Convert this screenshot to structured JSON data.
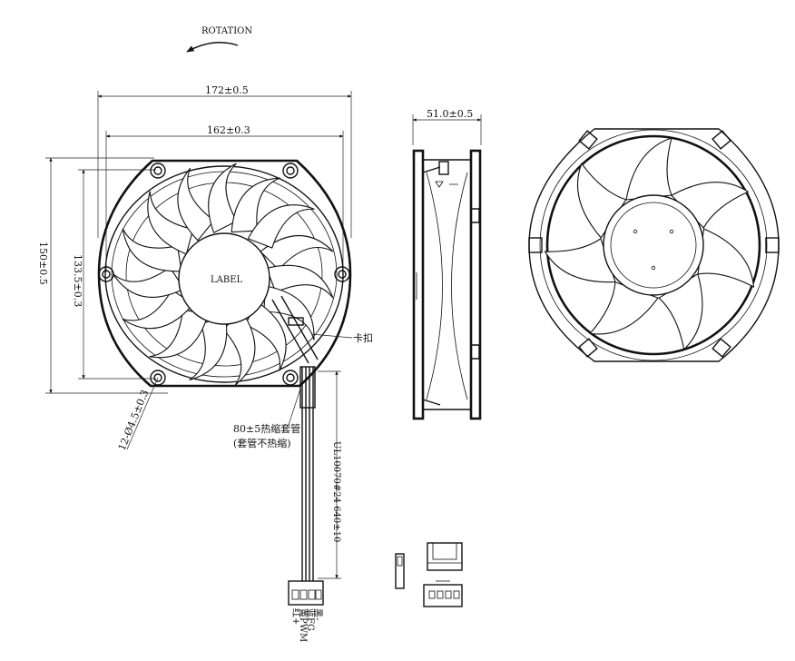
{
  "labels": {
    "rotation": "ROTATION",
    "label_text": "LABEL",
    "clip": "卡扣",
    "sleeve_line1": "80±5热缩套管",
    "sleeve_line2": "(套管不热缩)",
    "wire_spec": "UL10070#24 640±10",
    "wire_pins": [
      "黑-",
      "蓝FG",
      "黄PWM",
      "红+"
    ]
  },
  "dimensions": {
    "outer_width": "172±0.5",
    "hole_spacing_x": "162±0.3",
    "height": "150±0.5",
    "hole_spacing_y": "133.5±0.3",
    "depth": "51.0±0.5",
    "mount_holes": "12-Ø4.5±0.3"
  },
  "colors": {
    "line": "#111111",
    "background": "#ffffff"
  }
}
